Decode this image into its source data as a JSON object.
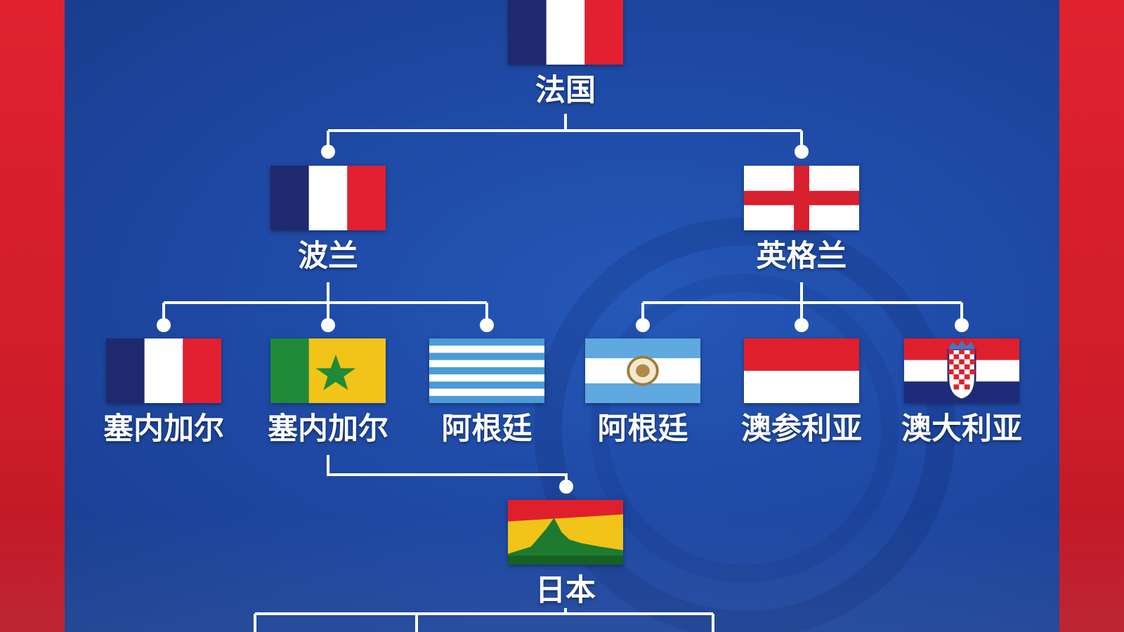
{
  "colors": {
    "background_red": "#d8202e",
    "panel_blue": "#1f4aa6",
    "connector": "#ffffff",
    "label_text": "#ffffff"
  },
  "tree": {
    "root": {
      "label": "法国",
      "flag": "france-flag"
    },
    "level1": [
      {
        "label": "波兰",
        "flag": "france-flag"
      },
      {
        "label": "英格兰",
        "flag": "england-flag"
      }
    ],
    "level2": [
      {
        "label": "塞内加尔",
        "flag": "france-flag"
      },
      {
        "label": "塞内加尔",
        "flag": "senegal-flag"
      },
      {
        "label": "阿根廷",
        "flag": "light-blue-striped-flag"
      },
      {
        "label": "阿根廷",
        "flag": "argentina-flag"
      },
      {
        "label": "澳参利亚",
        "flag": "red-white-flag"
      },
      {
        "label": "澳大利亚",
        "flag": "croatia-flag"
      }
    ],
    "level3": [
      {
        "label": "日本",
        "flag": "mountain-landscape-flag"
      }
    ]
  }
}
